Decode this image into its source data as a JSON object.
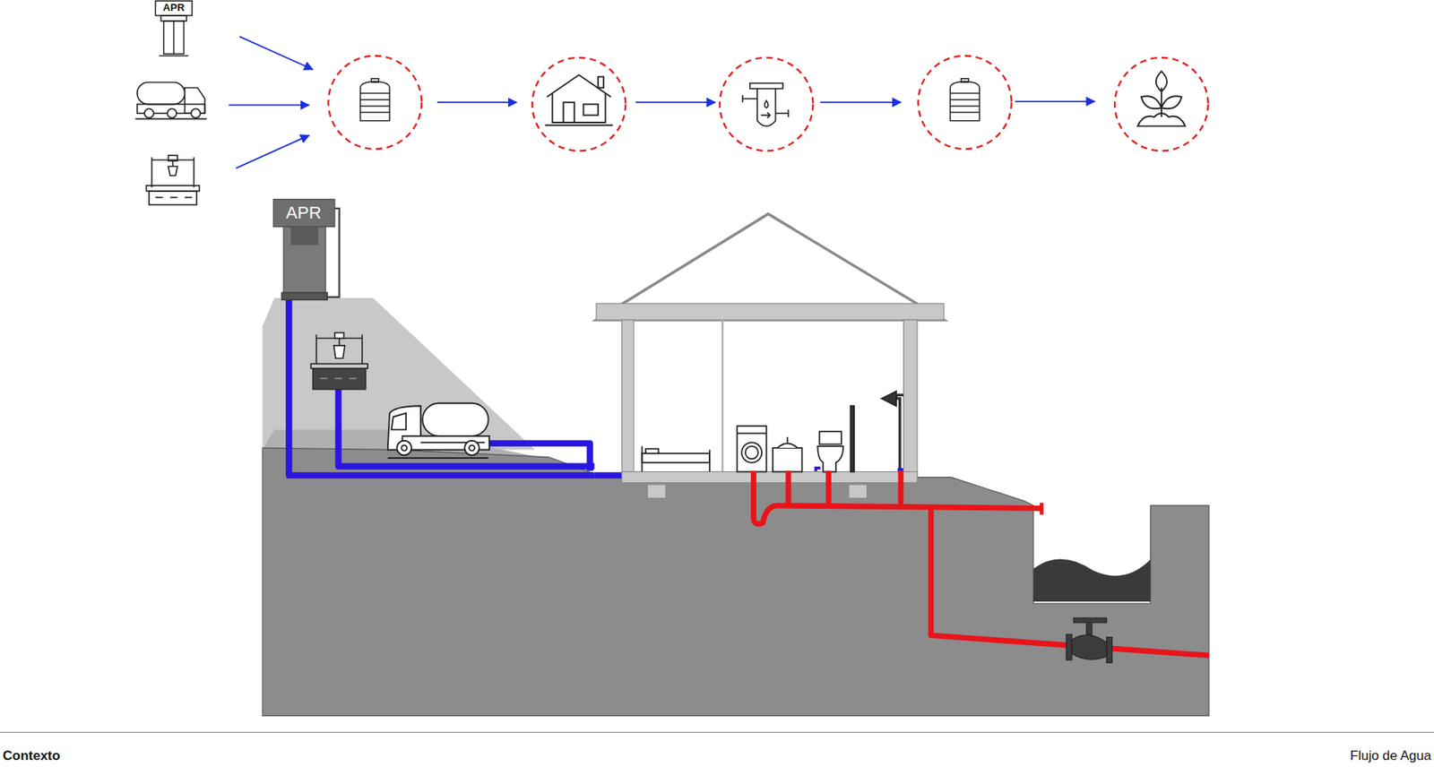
{
  "diagram": {
    "labels": [
      "APR",
      "APR",
      "Contexto",
      "Flujo de Agua"
    ]
  }
}
